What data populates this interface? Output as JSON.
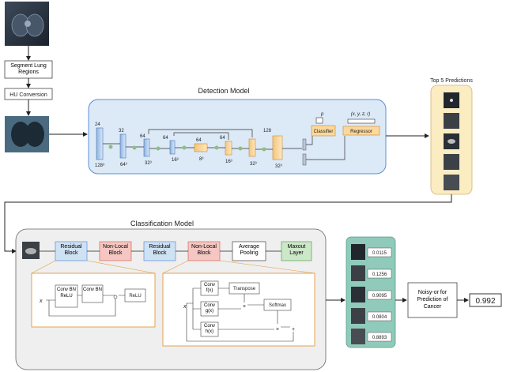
{
  "pipeline": {
    "segment_label": "Segment Lung Regions",
    "hu_label": "HU Conversion"
  },
  "detection": {
    "title": "Detection Model",
    "channels": [
      "24",
      "32",
      "64",
      "64",
      "64",
      "64",
      "128"
    ],
    "resolutions": [
      "128³",
      "64³",
      "32³",
      "16³",
      "8³",
      "16³",
      "32³",
      "32³"
    ],
    "p_label": "p",
    "coord_label": "(x, y, z, r)",
    "classifier_label": "Classifier",
    "regressor_label": "Regressor"
  },
  "top5": {
    "title": "Top 5 Predictions"
  },
  "classification": {
    "title": "Classification Model",
    "blocks": [
      "Residual Block",
      "Non-Local Block",
      "Residual Block",
      "Non-Local Block",
      "Average Pooling",
      "Maxout Layer"
    ],
    "residual_detail": {
      "x": "x",
      "conv1": "Conv BN ReLU",
      "conv2": "Conv BN",
      "relu": "ReLU"
    },
    "nonlocal_detail": {
      "x": "x",
      "f": "Conv f(x)",
      "g": "Conv g(x)",
      "h": "Conv h(x)",
      "transpose": "Transpose",
      "softmax": "Softmax"
    }
  },
  "scores": [
    "0.0115",
    "0.1256",
    "0.9095",
    "0.0804",
    "0.8893"
  ],
  "noisy_or": "Noisy-or for Prediction of Cancer",
  "final_score": "0.992",
  "colors": {
    "detection_bg": "#dce9f7",
    "detection_border": "#5b8fd6",
    "top5_bg": "#fbecc2",
    "classification_bg": "#efefef",
    "scores_bg": "#8fcaba",
    "residual_fill": "#cfe2f3",
    "nonlocal_fill": "#f6c7c2",
    "maxout_fill": "#cde8c8",
    "detail_border": "#e59a3c"
  }
}
